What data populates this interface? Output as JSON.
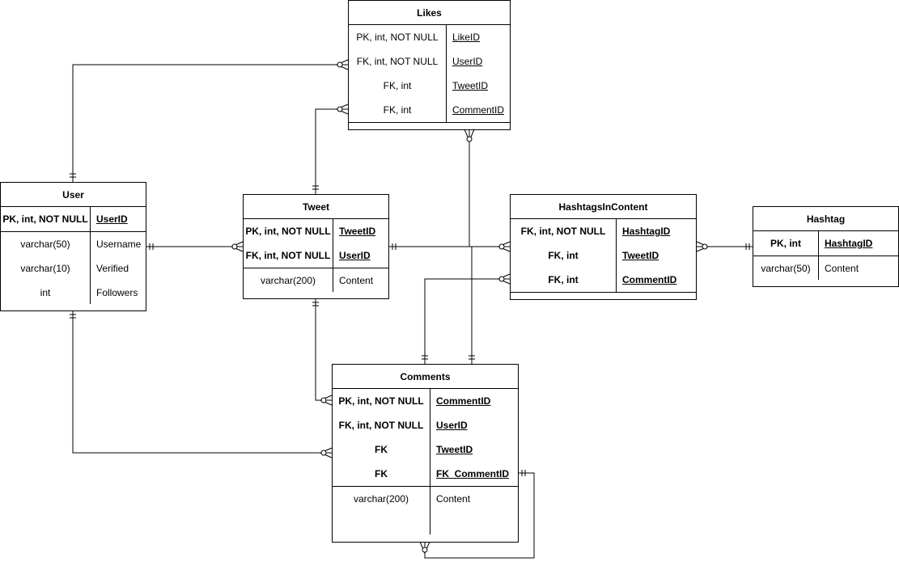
{
  "entities": {
    "likes": {
      "title": "Likes",
      "rows": [
        {
          "type": "PK, int, NOT NULL",
          "name": "LikeID"
        },
        {
          "type": "FK, int, NOT NULL",
          "name": "UserID"
        },
        {
          "type": "FK, int",
          "name": "TweetID"
        },
        {
          "type": "FK, int",
          "name": "CommentID"
        }
      ]
    },
    "user": {
      "title": "User",
      "rows": [
        {
          "type": "PK, int, NOT NULL",
          "name": "UserID"
        },
        {
          "type": "varchar(50)",
          "name": "Username"
        },
        {
          "type": "varchar(10)",
          "name": "Verified"
        },
        {
          "type": "int",
          "name": "Followers"
        }
      ]
    },
    "tweet": {
      "title": "Tweet",
      "rows": [
        {
          "type": "PK, int, NOT NULL",
          "name": "TweetID"
        },
        {
          "type": "FK, int, NOT NULL",
          "name": "UserID"
        },
        {
          "type": "varchar(200)",
          "name": "Content"
        }
      ]
    },
    "hashtags_in_content": {
      "title": "HashtagsInContent",
      "rows": [
        {
          "type": "FK, int, NOT NULL",
          "name": "HashtagID"
        },
        {
          "type": "FK, int",
          "name": "TweetID"
        },
        {
          "type": "FK, int",
          "name": "CommentID"
        }
      ]
    },
    "hashtag": {
      "title": "Hashtag",
      "rows": [
        {
          "type": "PK, int",
          "name": "HashtagID"
        },
        {
          "type": "varchar(50)",
          "name": "Content"
        }
      ]
    },
    "comments": {
      "title": "Comments",
      "rows": [
        {
          "type": "PK, int, NOT NULL",
          "name": "CommentID"
        },
        {
          "type": "FK, int, NOT NULL",
          "name": "UserID"
        },
        {
          "type": "FK",
          "name": "TweetID"
        },
        {
          "type": "FK",
          "name": "FK_CommentID"
        },
        {
          "type": "varchar(200)",
          "name": "Content"
        }
      ]
    }
  },
  "relationships": [
    {
      "from": "User",
      "from_card": "one-and-only-one",
      "to": "Likes",
      "to_card": "zero-or-many"
    },
    {
      "from": "Tweet",
      "from_card": "one-and-only-one",
      "to": "Likes",
      "to_card": "zero-or-many"
    },
    {
      "from": "User",
      "from_card": "one-and-only-one",
      "to": "Tweet",
      "to_card": "zero-or-many"
    },
    {
      "from": "Tweet",
      "from_card": "one-and-only-one",
      "to": "HashtagsInContent",
      "to_card": "zero-or-many"
    },
    {
      "from": "Hashtag",
      "from_card": "one-and-only-one",
      "to": "HashtagsInContent",
      "to_card": "zero-or-many"
    },
    {
      "from": "Comments",
      "from_card": "one-and-only-one",
      "to": "HashtagsInContent",
      "to_card": "zero-or-many"
    },
    {
      "from": "Comments",
      "from_card": "one-and-only-one",
      "to": "Likes",
      "to_card": "zero-or-many"
    },
    {
      "from": "Tweet",
      "from_card": "one-and-only-one",
      "to": "Comments",
      "to_card": "zero-or-many"
    },
    {
      "from": "User",
      "from_card": "one-and-only-one",
      "to": "Comments",
      "to_card": "zero-or-many"
    },
    {
      "from": "Comments",
      "from_card": "one-and-only-one",
      "to": "Comments",
      "to_card": "zero-or-many"
    }
  ]
}
